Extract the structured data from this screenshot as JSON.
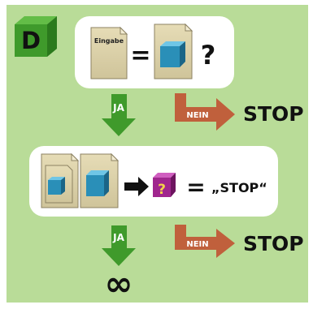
{
  "badge": {
    "letter": "D"
  },
  "box1": {
    "doc_label": "Eingabe",
    "equals": "=",
    "question": "?"
  },
  "flow1": {
    "yes": "JA",
    "no": "NEIN",
    "stop": "STOP"
  },
  "box2": {
    "cube_question": "?",
    "equals": "=",
    "result": "„STOP“"
  },
  "flow2": {
    "yes": "JA",
    "no": "NEIN",
    "stop": "STOP"
  },
  "infinity": "∞",
  "colors": {
    "background": "#b9dc98",
    "card": "#ffffff",
    "badge": "#3f9a2b",
    "arrow_green": "#3f9a2b",
    "arrow_red": "#c0603c",
    "cube_blue": "#2a8fb8",
    "cube_purple": "#a0268e",
    "doc_fill": "#d9cfa8",
    "doc_stroke": "#8c8262"
  }
}
